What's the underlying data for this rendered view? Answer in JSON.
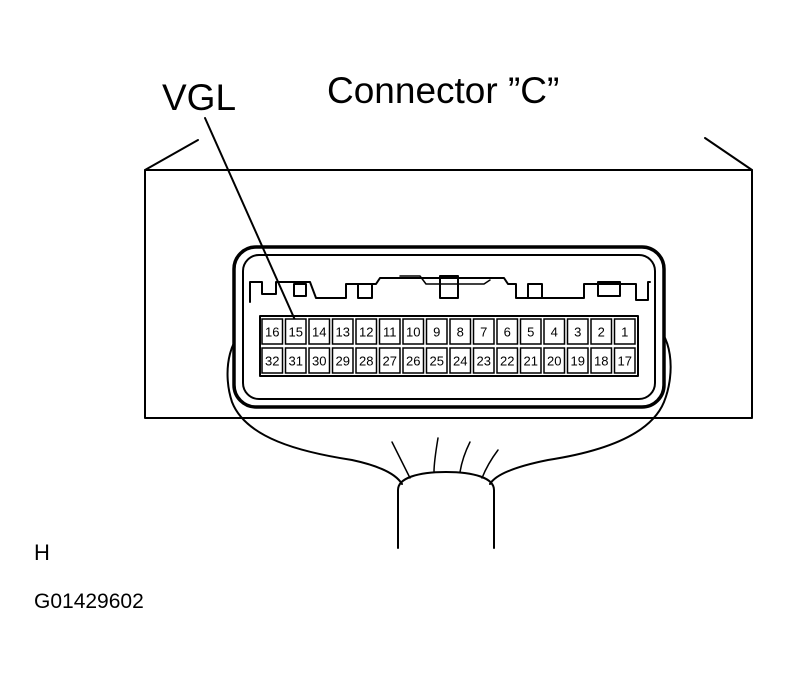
{
  "title": "Connector ”C”",
  "callout_label": "VGL",
  "callout_pin": "15",
  "corner_letter": "H",
  "figure_id": "G01429602",
  "pins_top_row": [
    "16",
    "15",
    "14",
    "13",
    "12",
    "11",
    "10",
    "9",
    "8",
    "7",
    "6",
    "5",
    "4",
    "3",
    "2",
    "1"
  ],
  "pins_bottom_row": [
    "32",
    "31",
    "30",
    "29",
    "28",
    "27",
    "26",
    "25",
    "24",
    "23",
    "22",
    "21",
    "20",
    "19",
    "18",
    "17"
  ]
}
